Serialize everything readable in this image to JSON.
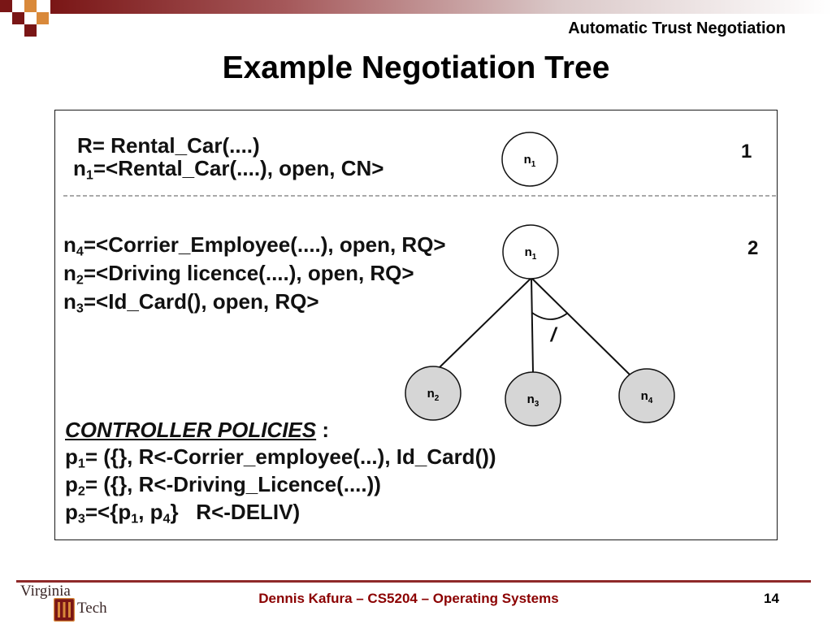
{
  "header": {
    "title": "Automatic Trust Negotiation"
  },
  "slide": {
    "title": "Example Negotiation Tree"
  },
  "diagram": {
    "step1": {
      "number": "1",
      "lines": [
        [
          {
            "text": "R= Rental_Car(....)"
          }
        ],
        [
          {
            "text": "n"
          },
          {
            "sub": "1"
          },
          {
            "text": "=<Rental_Car(....), open, CN>"
          }
        ]
      ],
      "root": {
        "label": "n",
        "sub": "1"
      }
    },
    "step2": {
      "number": "2",
      "lines": [
        [
          {
            "text": "n"
          },
          {
            "sub": "4"
          },
          {
            "text": "=<Corrier_Employee(....), open, RQ>"
          }
        ],
        [
          {
            "text": "n"
          },
          {
            "sub": "2"
          },
          {
            "text": "=<Driving licence(....), open, RQ>"
          }
        ],
        [
          {
            "text": "n"
          },
          {
            "sub": "3"
          },
          {
            "text": "=<Id_Card(), open, RQ>"
          }
        ]
      ],
      "root": {
        "label": "n",
        "sub": "1"
      },
      "children": [
        {
          "label": "n",
          "sub": "2"
        },
        {
          "label": "n",
          "sub": "3"
        },
        {
          "label": "n",
          "sub": "4"
        }
      ],
      "and_mark": "/"
    },
    "policies": {
      "heading": "CONTROLLER POLICIES",
      "heading_suffix": " :",
      "lines": [
        [
          {
            "text": "p"
          },
          {
            "sub": "1"
          },
          {
            "text": "= ({}, R<-Corrier_employee(...), Id_Card())"
          }
        ],
        [
          {
            "text": "p"
          },
          {
            "sub": "2"
          },
          {
            "text": "= ({}, R<-Driving_Licence(....))"
          }
        ],
        [
          {
            "text": "p"
          },
          {
            "sub": "3"
          },
          {
            "text": "=<{p"
          },
          {
            "sub": "1"
          },
          {
            "text": ", p"
          },
          {
            "sub": "4"
          },
          {
            "text": "}   R<-DELIV)"
          }
        ]
      ]
    },
    "colors": {
      "node_root": "#ffffff",
      "node_child": "#d6d6d6"
    }
  },
  "footer": {
    "text": "Dennis Kafura – CS5204 – Operating Systems",
    "page_number": "14",
    "logo": {
      "line1": "Virginia",
      "line2": "Tech"
    }
  },
  "theme": {
    "maroon": "#7a1616",
    "orange": "#d9893a",
    "footer_text": "#8b0000"
  }
}
